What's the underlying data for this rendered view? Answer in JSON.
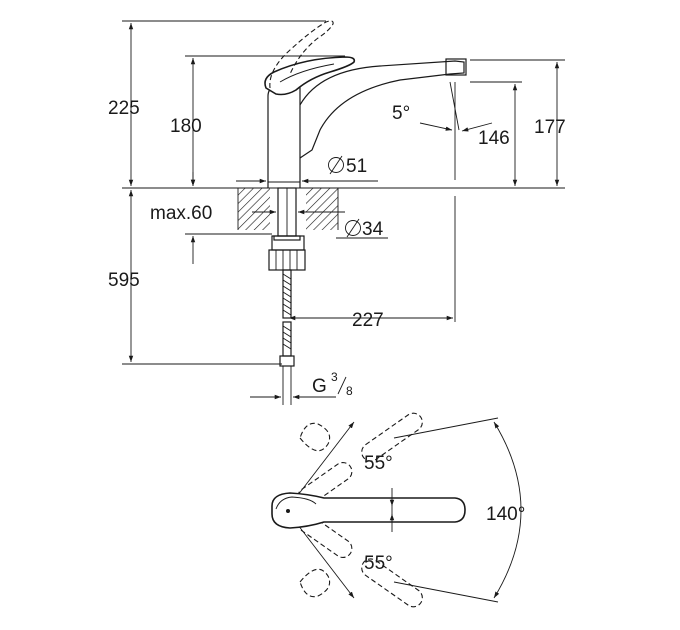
{
  "dimensions": {
    "total_height": "225",
    "body_height": "180",
    "spout_height": "177",
    "outlet_height": "146",
    "spout_angle": "5°",
    "body_diameter": "51",
    "max_deck": "max.60",
    "shank_diameter": "34",
    "hose_length": "595",
    "spout_reach": "227",
    "connection": "G",
    "connection_num": "3",
    "connection_den": "8"
  },
  "plan_view": {
    "swing_upper": "55°",
    "swing_lower": "55°",
    "swing_total": "140°"
  },
  "colors": {
    "line": "#1a1a1a",
    "background": "#ffffff"
  }
}
